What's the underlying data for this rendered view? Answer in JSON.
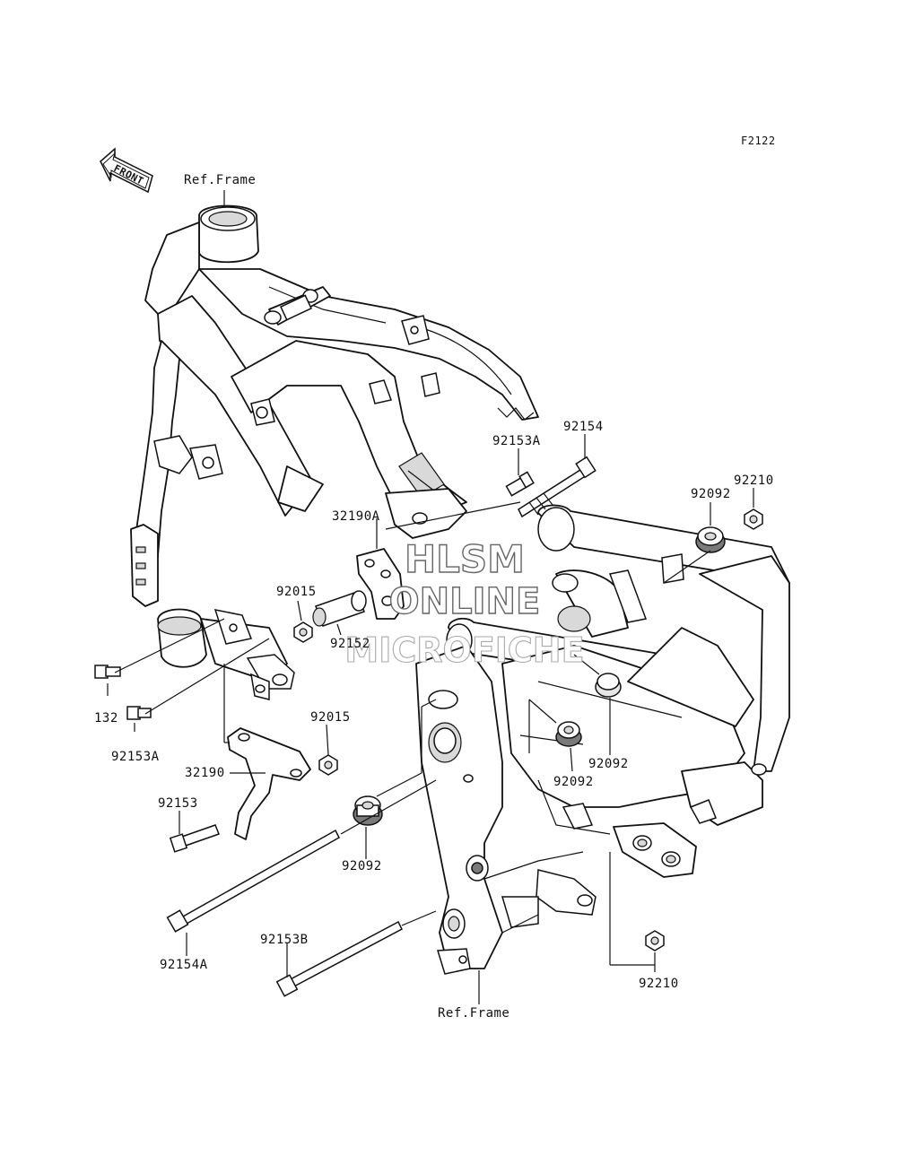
{
  "figure_code": "F2122",
  "front_arrow_label": "FRONT",
  "watermark": {
    "line1": "HLSM",
    "line2": "ONLINE",
    "line3": "MICROFICHE"
  },
  "callouts": {
    "ref_frame_top": "Ref.Frame",
    "ref_frame_bottom": "Ref.Frame",
    "p92154": "92154",
    "p92153A_top": "92153A",
    "p92210_top": "92210",
    "p92092_top": "92092",
    "p32190A": "32190A",
    "p92015_upper": "92015",
    "p92152": "92152",
    "p132": "132",
    "p92153A_left": "92153A",
    "p92015_lower": "92015",
    "p32190": "32190",
    "p92153": "92153",
    "p92092_left": "92092",
    "p92092_mid_right": "92092",
    "p92092_mid": "92092",
    "p92154A": "92154A",
    "p92153B": "92153B",
    "p92210_bottom": "92210"
  }
}
